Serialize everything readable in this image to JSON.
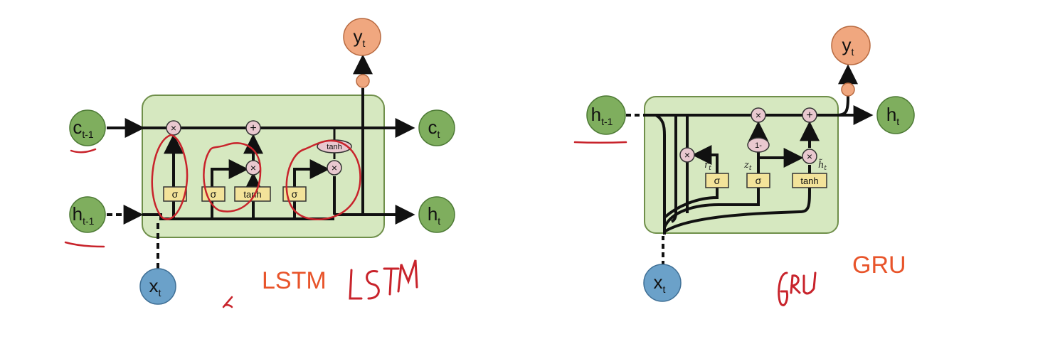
{
  "diagrams": {
    "lstm": {
      "title": "LSTM",
      "handwritten_note": "LSTM",
      "nodes": {
        "c_prev": {
          "main": "c",
          "sub": "t-1"
        },
        "h_prev": {
          "main": "h",
          "sub": "t-1"
        },
        "x": {
          "main": "x",
          "sub": "t"
        },
        "y": {
          "main": "y",
          "sub": "t"
        },
        "c_out": {
          "main": "c",
          "sub": "t"
        },
        "h_out": {
          "main": "h",
          "sub": "t"
        }
      },
      "gates": [
        "σ",
        "σ",
        "tanh",
        "σ"
      ],
      "ops": {
        "mult": "×",
        "add": "+",
        "tanh": "tanh"
      }
    },
    "gru": {
      "title": "GRU",
      "handwritten_note": "GRU",
      "nodes": {
        "h_prev": {
          "main": "h",
          "sub": "t-1"
        },
        "x": {
          "main": "x",
          "sub": "t"
        },
        "y": {
          "main": "y",
          "sub": "t"
        },
        "h_out": {
          "main": "h",
          "sub": "t"
        }
      },
      "gates": [
        "σ",
        "σ",
        "tanh"
      ],
      "gate_labels": {
        "r": "r",
        "r_sub": "t",
        "z": "z",
        "z_sub": "t",
        "h": "h̃",
        "h_sub": "t"
      },
      "ops": {
        "mult": "×",
        "add": "+",
        "one_minus": "1-"
      }
    }
  },
  "colors": {
    "cell_fill": "#d6e8c0",
    "cell_stroke": "#6f8f4a",
    "green_node": "#7fae5e",
    "blue_node": "#6ba1c9",
    "orange_node": "#f0a77f",
    "gate_fill": "#f3e39a",
    "annotation_red": "#c8232b",
    "caption_orange": "#e8542a"
  }
}
